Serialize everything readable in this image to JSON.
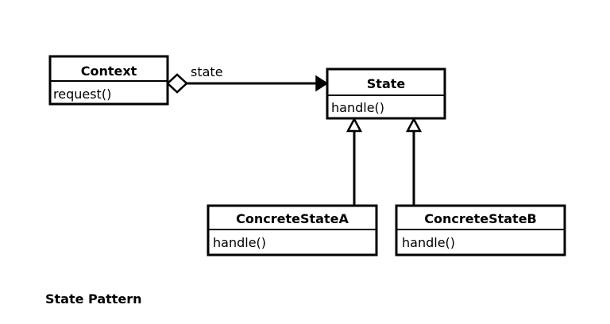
{
  "classes": {
    "context": {
      "name": "Context",
      "method": "request()"
    },
    "state": {
      "name": "State",
      "method": "handle()"
    },
    "concrete_a": {
      "name": "ConcreteStateA",
      "method": "handle()"
    },
    "concrete_b": {
      "name": "ConcreteStateB",
      "method": "handle()"
    }
  },
  "association": {
    "label": "state"
  },
  "caption": "State Pattern",
  "colors": {
    "stroke": "#000000",
    "background": "#ffffff"
  }
}
